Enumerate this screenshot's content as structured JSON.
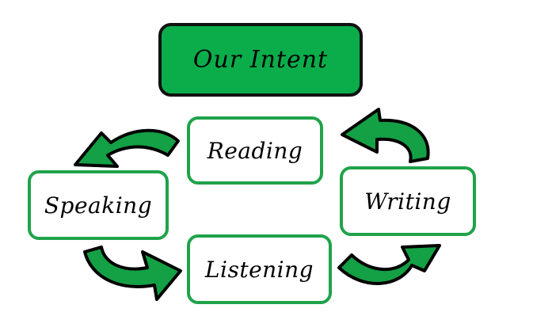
{
  "title": "Our Intent",
  "nodes": {
    "reading": "Reading",
    "speaking": "Speaking",
    "writing": "Writing",
    "listening": "Listening"
  },
  "colors": {
    "title_fill": "#0aad4a",
    "title_border": "#111111",
    "box_border": "#1fa34a",
    "arrow_fill": "#14a045",
    "arrow_outline": "#000000"
  },
  "icons": [
    "curved-arrow-icon"
  ]
}
